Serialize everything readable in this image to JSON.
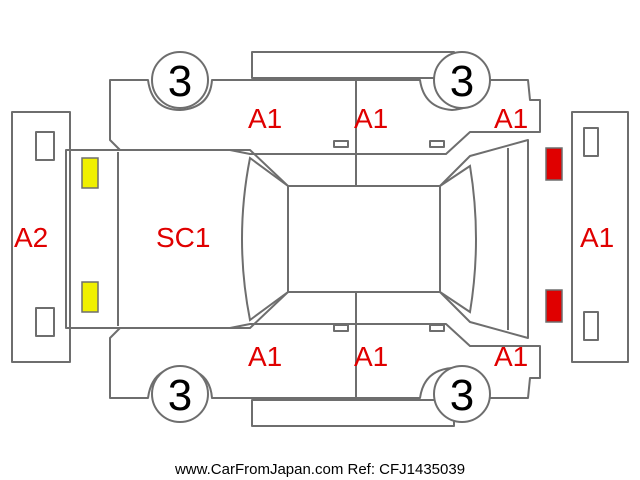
{
  "labels": {
    "front_bumper": "A2",
    "hood": "SC1",
    "front_left_fender": "A1",
    "front_left_door": "A1",
    "rear_left_door": "A1",
    "front_right_fender": "A1",
    "front_right_door": "A1",
    "rear_right_door": "A1",
    "rear_bumper": "A1"
  },
  "tires": {
    "top_front": "3",
    "top_rear": "3",
    "bottom_front": "3",
    "bottom_rear": "3"
  },
  "footer": "www.CarFromJapan.com Ref: CFJ1435039",
  "colors": {
    "label": "#e00000",
    "outline": "#6e6e6e",
    "headlight": "#f0f000",
    "taillight": "#e00000"
  }
}
